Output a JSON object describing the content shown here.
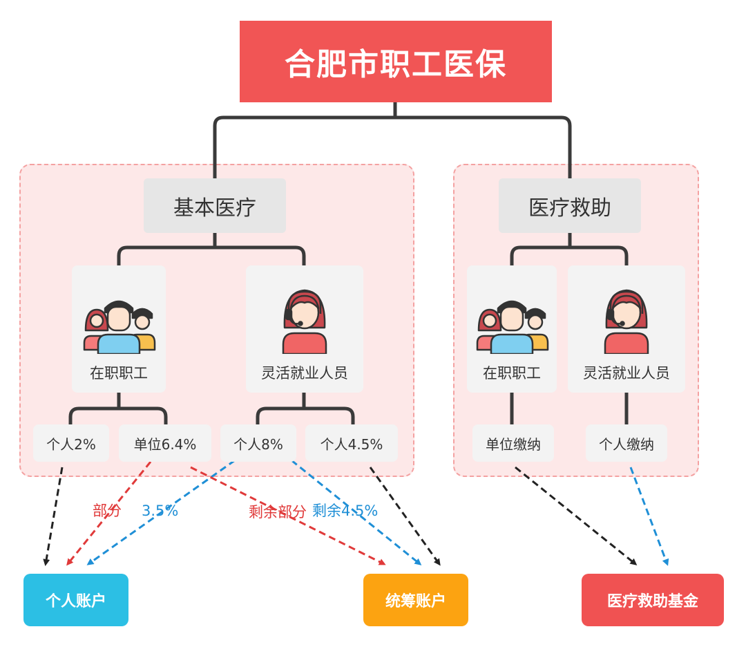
{
  "title": "合肥市职工医保",
  "sections": {
    "basic": "基本医疗",
    "aid": "医疗救助"
  },
  "groups": {
    "basic_employee": "在职职工",
    "basic_flexible": "灵活就业人员",
    "aid_employee": "在职职工",
    "aid_flexible": "灵活就业人员"
  },
  "contributions": {
    "personal_2": "个人2%",
    "employer_6_4": "单位6.4%",
    "personal_8": "个人8%",
    "personal_4_5": "个人4.5%",
    "employer_pay": "单位缴纳",
    "personal_pay": "个人缴纳"
  },
  "flow_labels": {
    "part": "部分",
    "three_five": "3.5%",
    "remaining_part": "剩余部分",
    "remaining_four_five": "剩余4.5%"
  },
  "accounts": {
    "personal": "个人账户",
    "pooled": "统筹账户",
    "aid_fund": "医疗救助基金"
  },
  "colors": {
    "title_bg": "#f15555",
    "personal_account": "#2cbfe4",
    "pooled_account": "#fca311",
    "aid_fund": "#f05252",
    "arrow_black": "#222222",
    "arrow_red": "#e03a3a",
    "arrow_blue": "#1f8fd6"
  },
  "icons": [
    "team-icon",
    "headset-operator-icon"
  ]
}
